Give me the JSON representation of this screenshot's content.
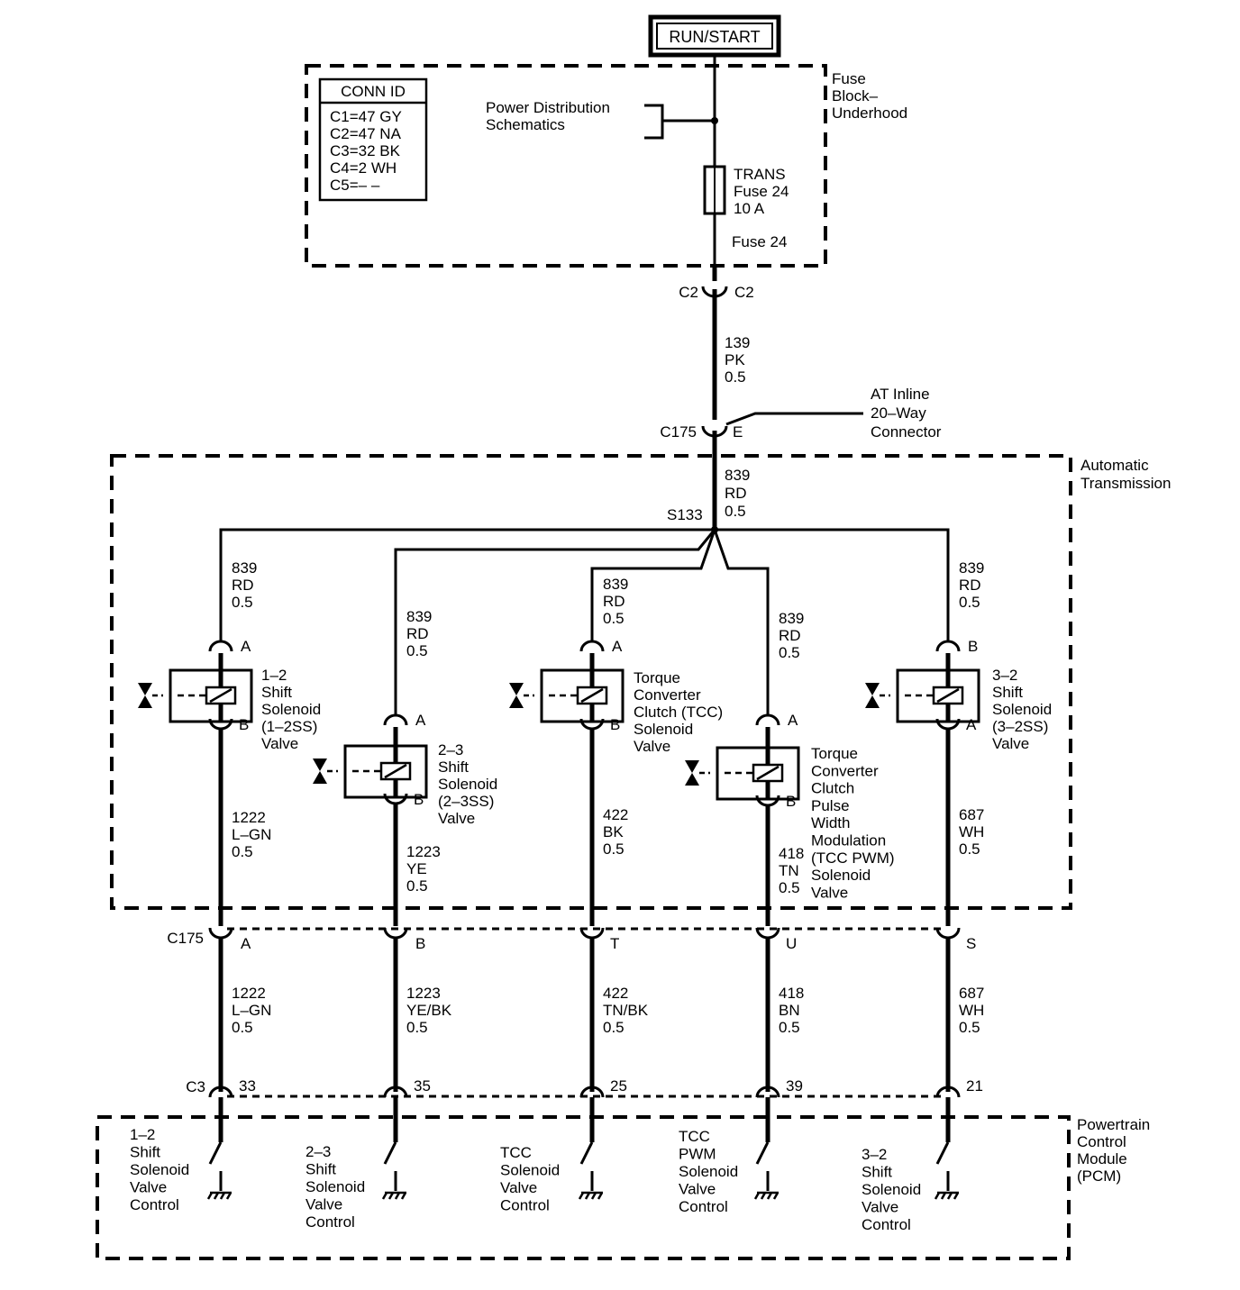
{
  "power": {
    "label": "RUN/START"
  },
  "fuse_block": {
    "label_lines": [
      "Fuse",
      "Block–",
      "Underhood"
    ],
    "conn_id": {
      "title": "CONN ID",
      "rows": [
        "C1=47 GY",
        "C2=47 NA",
        "C3=32 BK",
        "C4=2 WH",
        "C5=– –"
      ]
    },
    "power_dist": [
      "Power Distribution",
      "Schematics"
    ],
    "fuse_label": [
      "TRANS",
      "Fuse 24",
      "10 A"
    ],
    "fuse_name": "Fuse 24",
    "conn_left": "C2",
    "conn_right": "C2"
  },
  "feed_wire": [
    "139",
    "PK",
    "0.5"
  ],
  "c175_top": {
    "conn": "C175",
    "pin": "E",
    "desc": [
      "AT Inline",
      "20–Way",
      "Connector"
    ]
  },
  "transmission": {
    "label_lines": [
      "Automatic",
      "Transmission"
    ],
    "splice_wire": [
      "839",
      "RD",
      "0.5"
    ],
    "splice": "S133",
    "branches": [
      {
        "wire_in": [
          "839",
          "RD",
          "0.5"
        ],
        "pin_top": "A",
        "pin_bot": "B",
        "name": [
          "1–2",
          "Shift",
          "Solenoid",
          "(1–2SS)",
          "Valve"
        ],
        "wire_out": [
          "1222",
          "L–GN",
          "0.5"
        ]
      },
      {
        "wire_in": [
          "839",
          "RD",
          "0.5"
        ],
        "pin_top": "A",
        "pin_bot": "B",
        "name": [
          "2–3",
          "Shift",
          "Solenoid",
          "(2–3SS)",
          "Valve"
        ],
        "wire_out": [
          "1223",
          "YE",
          "0.5"
        ]
      },
      {
        "wire_in": [
          "839",
          "RD",
          "0.5"
        ],
        "pin_top": "A",
        "pin_bot": "B",
        "name": [
          "Torque",
          "Converter",
          "Clutch (TCC)",
          "Solenoid",
          "Valve"
        ],
        "wire_out": [
          "422",
          "BK",
          "0.5"
        ]
      },
      {
        "wire_in": [
          "839",
          "RD",
          "0.5"
        ],
        "pin_top": "A",
        "pin_bot": "B",
        "name": [
          "Torque",
          "Converter",
          "Clutch",
          "Pulse",
          "Width",
          "Modulation",
          "(TCC PWM)",
          "Solenoid",
          "Valve"
        ],
        "wire_out": [
          "418",
          "TN",
          "0.5"
        ]
      },
      {
        "wire_in": [
          "839",
          "RD",
          "0.5"
        ],
        "pin_top": "B",
        "pin_bot": "A",
        "name": [
          "3–2",
          "Shift",
          "Solenoid",
          "(3–2SS)",
          "Valve"
        ],
        "wire_out": [
          "687",
          "WH",
          "0.5"
        ]
      }
    ]
  },
  "c175_bottom": {
    "conn": "C175",
    "pins": [
      "A",
      "B",
      "T",
      "U",
      "S"
    ]
  },
  "harness_wires": [
    [
      "1222",
      "L–GN",
      "0.5"
    ],
    [
      "1223",
      "YE/BK",
      "0.5"
    ],
    [
      "422",
      "TN/BK",
      "0.5"
    ],
    [
      "418",
      "BN",
      "0.5"
    ],
    [
      "687",
      "WH",
      "0.5"
    ]
  ],
  "pcm": {
    "conn": "C3",
    "pins": [
      "33",
      "35",
      "25",
      "39",
      "21"
    ],
    "label_lines": [
      "Powertrain",
      "Control",
      "Module",
      "(PCM)"
    ],
    "controls": [
      [
        "1–2",
        "Shift",
        "Solenoid",
        "Valve",
        "Control"
      ],
      [
        "2–3",
        "Shift",
        "Solenoid",
        "Valve",
        "Control"
      ],
      [
        "TCC",
        "Solenoid",
        "Valve",
        "Control"
      ],
      [
        "TCC",
        "PWM",
        "Solenoid",
        "Valve",
        "Control"
      ],
      [
        "3–2",
        "Shift",
        "Solenoid",
        "Valve",
        "Control"
      ]
    ]
  }
}
